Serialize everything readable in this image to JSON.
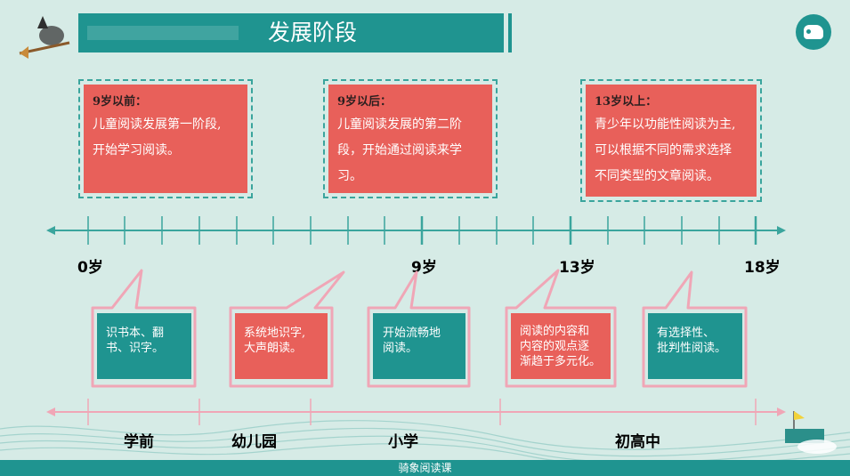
{
  "header": {
    "title": "发展阶段"
  },
  "top_boxes": [
    {
      "head": "9岁以前：",
      "body": [
        "儿童阅读发展第一阶段,",
        "开始学习阅读。"
      ]
    },
    {
      "head": "9岁以后：",
      "body": [
        "儿童阅读发展的第二阶",
        "段，开始通过阅读来学",
        "习。"
      ]
    },
    {
      "head": "13岁以上：",
      "body": [
        "青少年以功能性阅读为主,",
        "可以根据不同的需求选择",
        "不同类型的文章阅读。"
      ]
    }
  ],
  "timeline": {
    "labels": [
      "0岁",
      "9岁",
      "13岁",
      "18岁"
    ]
  },
  "callouts": [
    {
      "lines": [
        "识书本、翻",
        "书、识字。"
      ],
      "color": "teal"
    },
    {
      "lines": [
        "系统地识字,",
        "大声朗读。"
      ],
      "color": "coral"
    },
    {
      "lines": [
        "开始流畅地",
        "阅读。"
      ],
      "color": "teal"
    },
    {
      "lines": [
        "阅读的内容和",
        "内容的观点逐",
        "渐趋于多元化。"
      ],
      "color": "coral"
    },
    {
      "lines": [
        "有选择性、",
        "批判性阅读。"
      ],
      "color": "teal"
    }
  ],
  "stages": [
    "学前",
    "幼儿园",
    "小学",
    "初高中"
  ],
  "footer": {
    "text": "骑象阅读课"
  },
  "colors": {
    "teal": "#1f9490",
    "coral": "#e8605a",
    "pink": "#f0a6b6",
    "background": "#d6ebe6"
  }
}
